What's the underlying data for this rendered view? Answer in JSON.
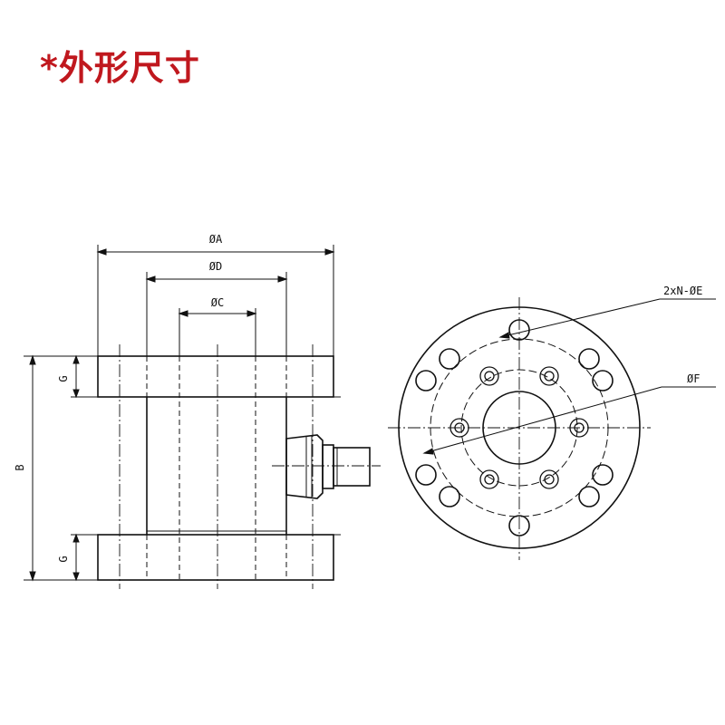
{
  "title": "*外形尺寸",
  "colors": {
    "title": "#c0181e",
    "line": "#111111"
  },
  "side_view": {
    "dim_outer_diameter": "ØA",
    "dim_middle_diameter": "ØD",
    "dim_inner_diameter": "ØC",
    "dim_height": "B",
    "dim_flange_thickness_top": "G",
    "dim_flange_thickness_bottom": "G"
  },
  "front_view": {
    "dim_bolt_holes": "2xN-ØE",
    "dim_bolt_circle": "ØF"
  }
}
